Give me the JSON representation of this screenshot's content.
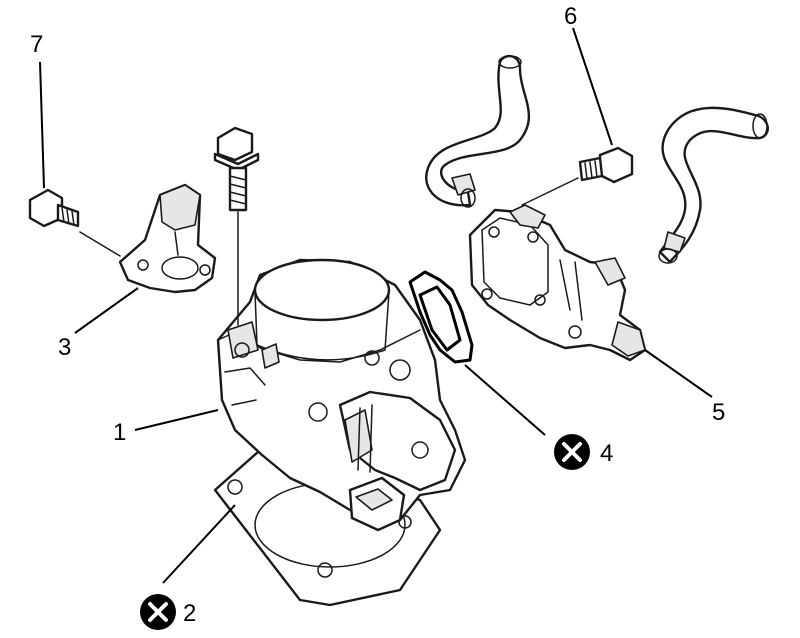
{
  "callouts": [
    {
      "id": "1",
      "label": "1",
      "replace": false
    },
    {
      "id": "2",
      "label": "2",
      "replace": true
    },
    {
      "id": "3",
      "label": "3",
      "replace": false
    },
    {
      "id": "4",
      "label": "4",
      "replace": true
    },
    {
      "id": "5",
      "label": "5",
      "replace": false
    },
    {
      "id": "6",
      "label": "6",
      "replace": false
    },
    {
      "id": "7",
      "label": "7",
      "replace": false
    }
  ],
  "colors": {
    "line": "#1a1a1a",
    "shade": "#e6e6e6",
    "replace_marker": "#000000"
  },
  "icons": {
    "replace_marker": "x-circle-icon"
  }
}
